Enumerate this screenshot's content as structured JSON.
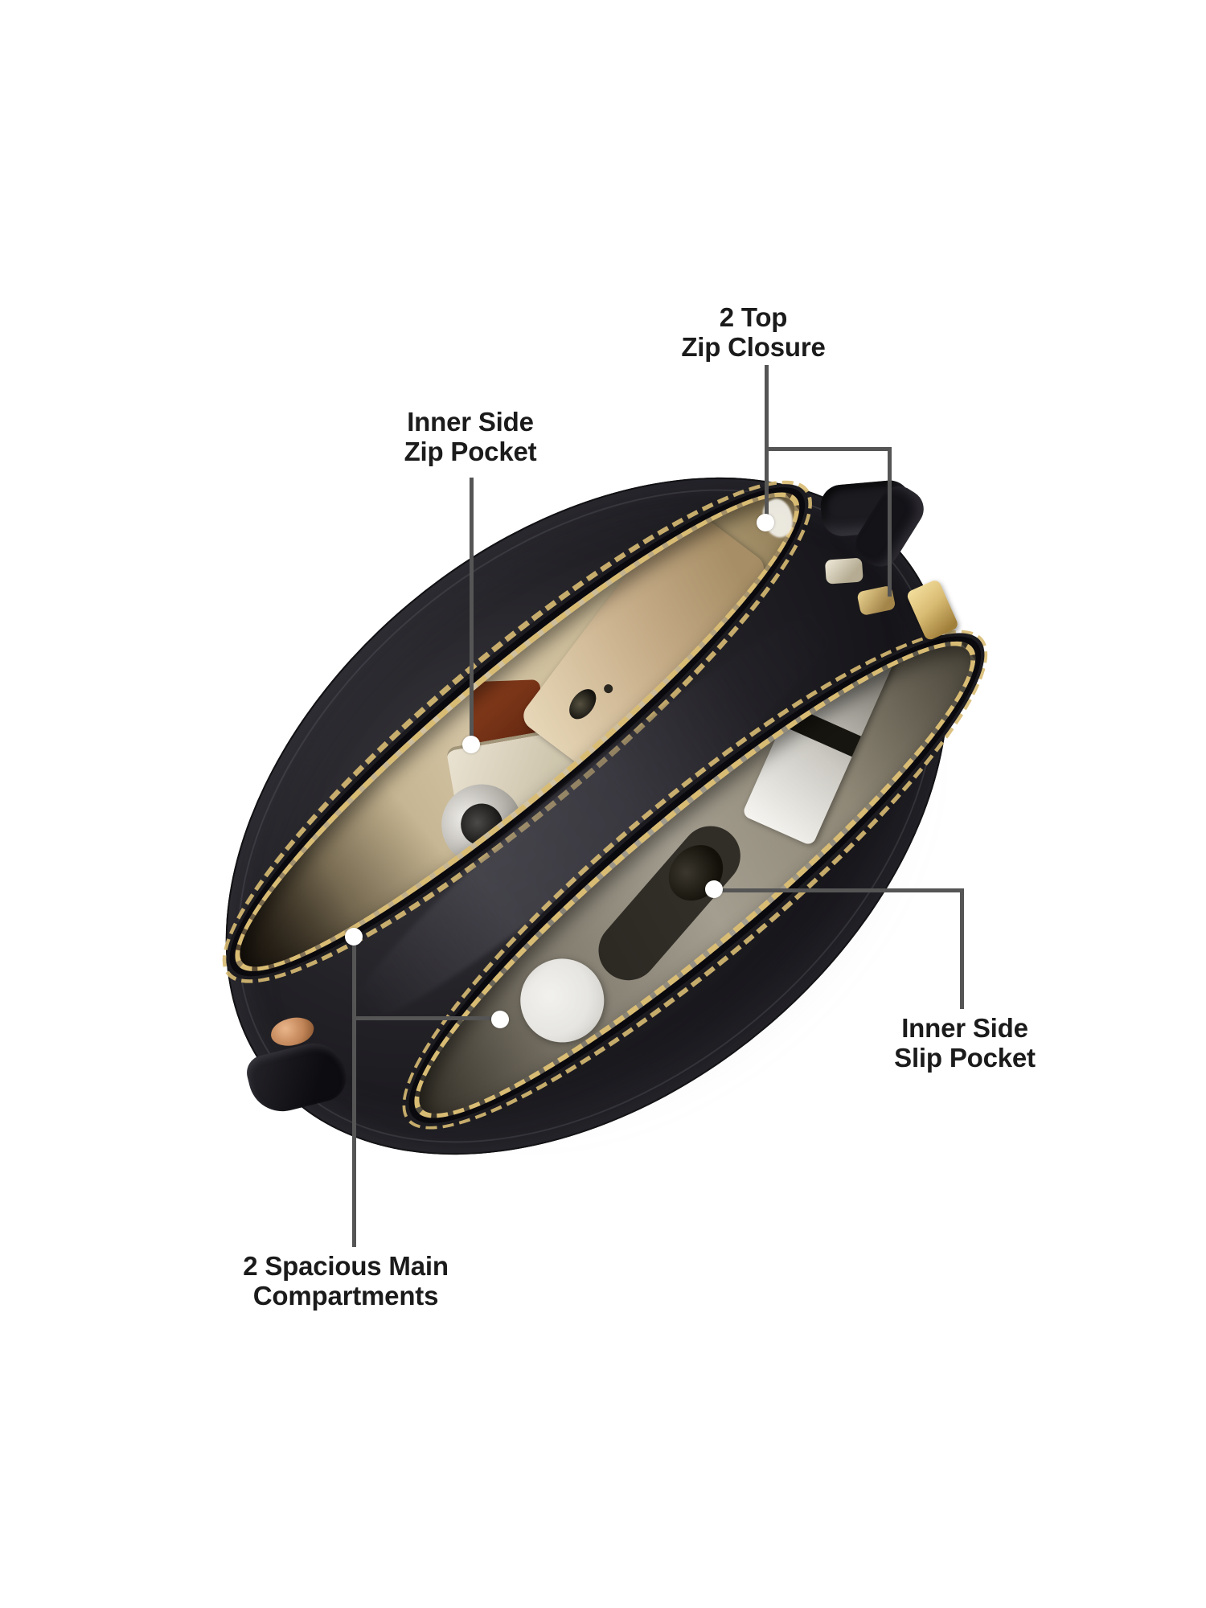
{
  "callouts": [
    {
      "id": "top-zip-closure",
      "line1": "2 Top",
      "line2": "Zip Closure"
    },
    {
      "id": "inner-side-zip-pocket",
      "line1": "Inner Side",
      "line2": "Zip Pocket"
    },
    {
      "id": "inner-side-slip-pocket",
      "line1": "Inner Side",
      "line2": "Slip Pocket"
    },
    {
      "id": "main-compartments",
      "line1": "2 Spacious Main",
      "line2": "Compartments"
    }
  ],
  "colors": {
    "background": "#ffffff",
    "leader_line": "#555555",
    "callout_dot": "#ffffff",
    "label_text": "#1b1b1b",
    "leather_black": "#17161b",
    "zipper_gold": "#d9bc74",
    "lining_champagne": "#d3c4a4",
    "interior_silver": "#a49e90",
    "mirror_white": "#f2f1ed",
    "hardware_copper": "#c08457",
    "phone_gold": "#cbb28e",
    "item_brown": "#6e2e14",
    "pouch_ivory": "#eae3d2"
  }
}
